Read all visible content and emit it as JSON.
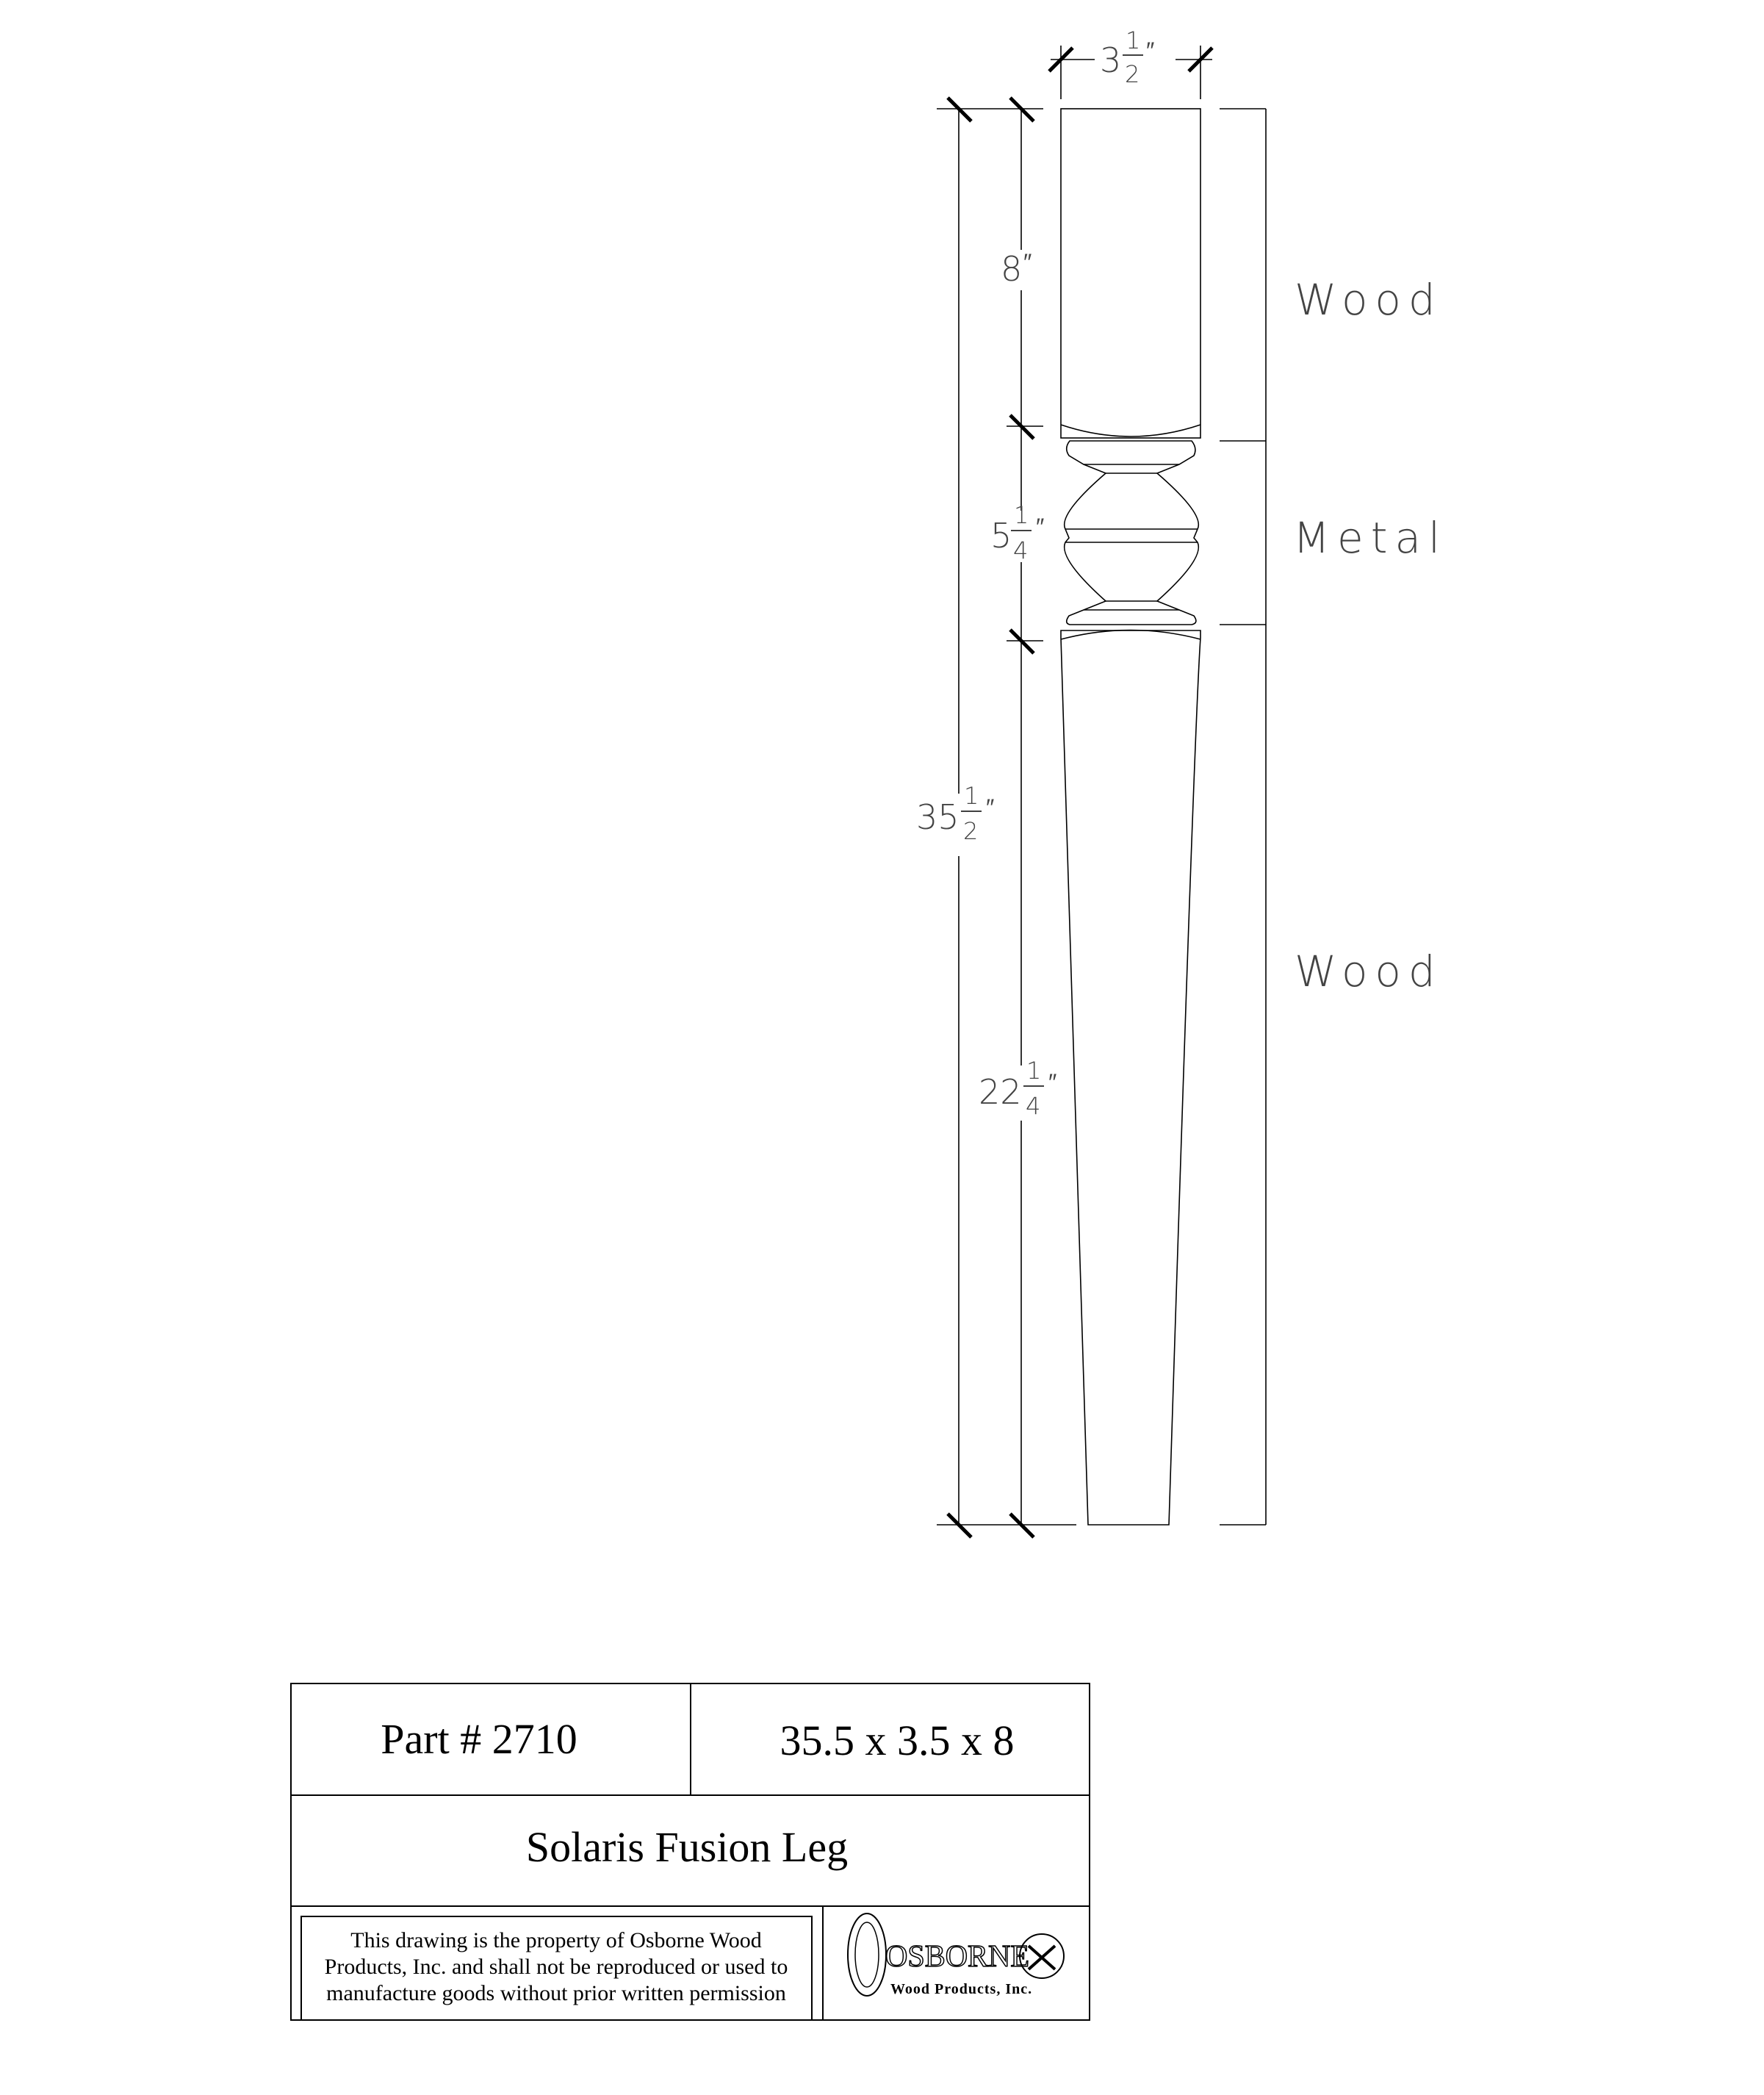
{
  "drawing": {
    "width_dim": {
      "whole": "3",
      "num": "1",
      "den": "2",
      "unit": "″"
    },
    "top_dim": {
      "whole": "8",
      "unit": "″"
    },
    "metal_dim": {
      "whole": "5",
      "num": "1",
      "den": "4",
      "unit": "″"
    },
    "overall_dim": {
      "whole": "35",
      "num": "1",
      "den": "2",
      "unit": "″"
    },
    "bottom_dim": {
      "whole": "22",
      "num": "1",
      "den": "4",
      "unit": "″"
    },
    "materials": [
      "Wood",
      "Metal",
      "Wood"
    ]
  },
  "title_block": {
    "part_number": "Part # 2710",
    "dimensions": "35.5 x 3.5 x 8",
    "name": "Solaris Fusion Leg",
    "notice_lines": [
      "This drawing is the property of Osborne Wood",
      "Products, Inc. and shall not be reproduced or used to",
      "manufacture goods without prior written permission"
    ],
    "logo": {
      "name": "OSBORNE",
      "tagline": "Wood Products, Inc."
    }
  }
}
